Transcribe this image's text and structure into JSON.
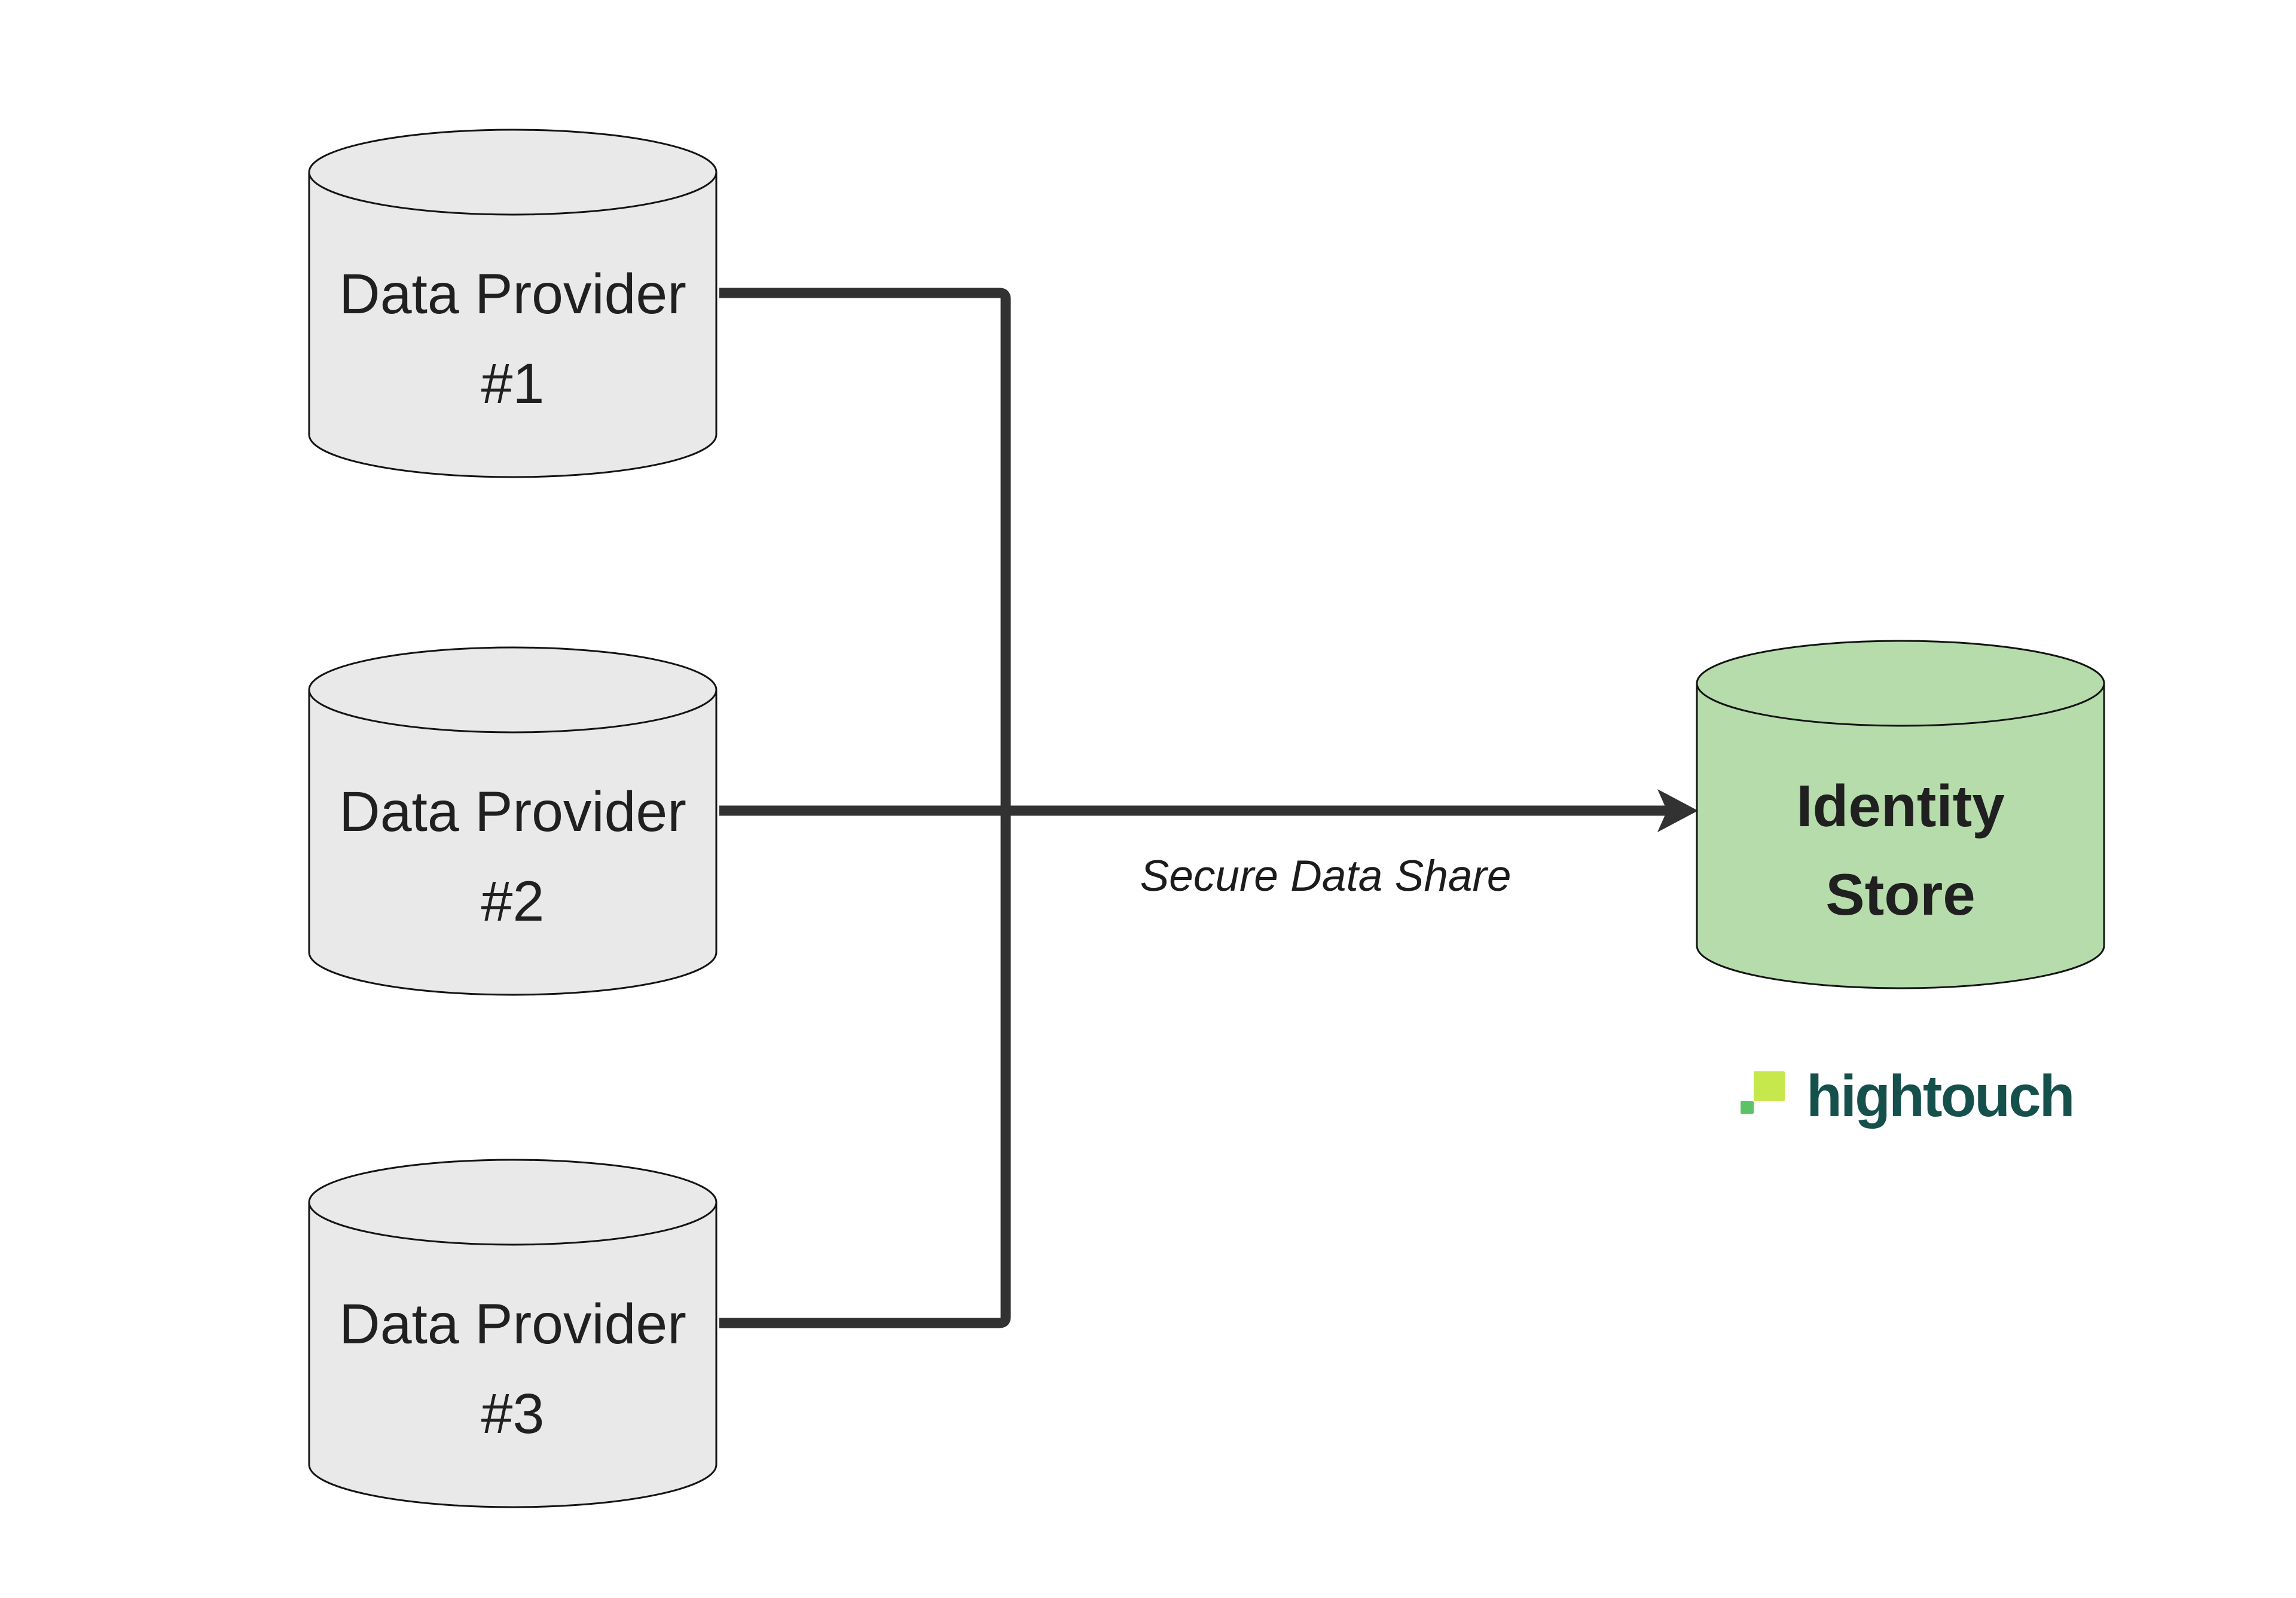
{
  "diagram": {
    "providers": [
      {
        "line1": "Data Provider",
        "line2": "#1"
      },
      {
        "line1": "Data Provider",
        "line2": "#2"
      },
      {
        "line1": "Data Provider",
        "line2": "#3"
      }
    ],
    "identity_store": {
      "line1": "Identity",
      "line2": "Store"
    },
    "arrow": {
      "label": "Secure Data Share"
    }
  },
  "branding": {
    "wordmark": "hightouch"
  },
  "colors": {
    "background": "#ffffff",
    "provider_fill": "#e9e9e9",
    "identity_fill": "#b6dcac",
    "node_stroke": "#141414",
    "connector": "#323232",
    "label_text": "#202020",
    "arrow_label_text": "#1c1c1c",
    "logo_square_large": "#c6e84d",
    "logo_square_small": "#5cc266",
    "wordmark_color": "#15504c"
  }
}
